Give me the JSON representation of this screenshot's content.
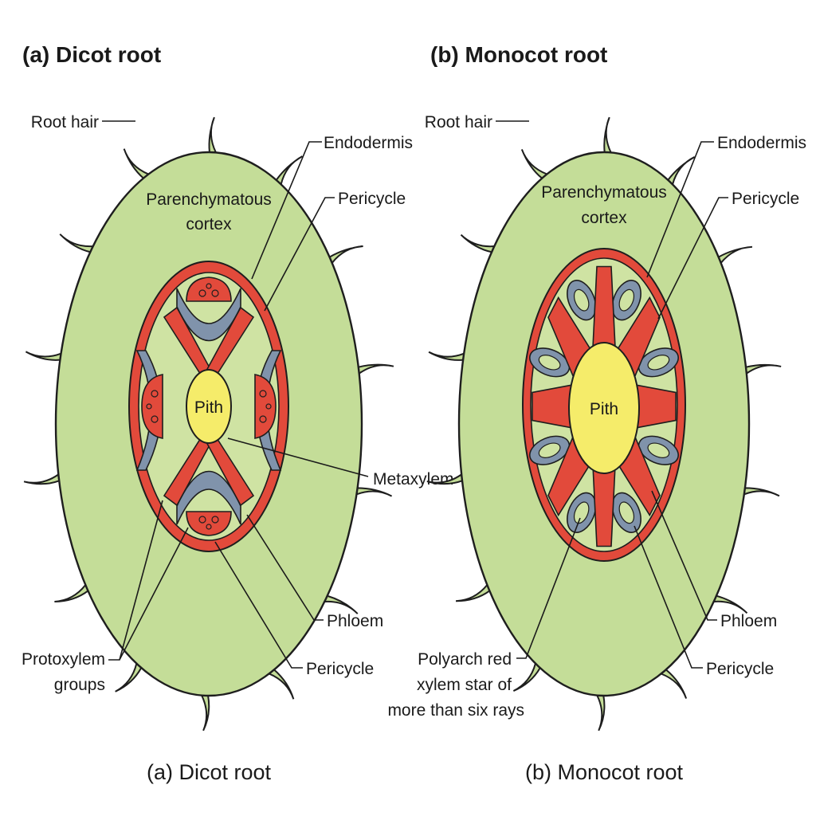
{
  "colors": {
    "cortex": "#c4dd98",
    "cortex_outline": "#1e1e1e",
    "xylem": "#e24a3b",
    "phloem": "#8093ab",
    "pith": "#f5ec6a",
    "stele_fill": "#cfe3a3"
  },
  "dicot": {
    "title": "(a) Dicot root",
    "caption": "(a) Dicot root",
    "labels": {
      "root_hair": "Root hair",
      "endodermis": "Endodermis",
      "pericycle_top": "Pericycle",
      "cortex_line1": "Parenchymatous",
      "cortex_line2": "cortex",
      "pith": "Pith",
      "metaxylem": "Metaxylem",
      "phloem": "Phloem",
      "pericycle_bottom": "Pericycle",
      "protoxylem_line1": "Protoxylem",
      "protoxylem_line2": "groups"
    }
  },
  "monocot": {
    "title": "(b) Monocot root",
    "caption": "(b) Monocot root",
    "labels": {
      "root_hair": "Root hair",
      "endodermis": "Endodermis",
      "pericycle_top": "Pericycle",
      "cortex_line1": "Parenchymatous",
      "cortex_line2": "cortex",
      "pith": "Pith",
      "phloem": "Phloem",
      "pericycle_bottom": "Pericycle",
      "polyarch_line1": "Polyarch red",
      "polyarch_line2": "xylem star of",
      "polyarch_line3": "more than six rays"
    }
  }
}
